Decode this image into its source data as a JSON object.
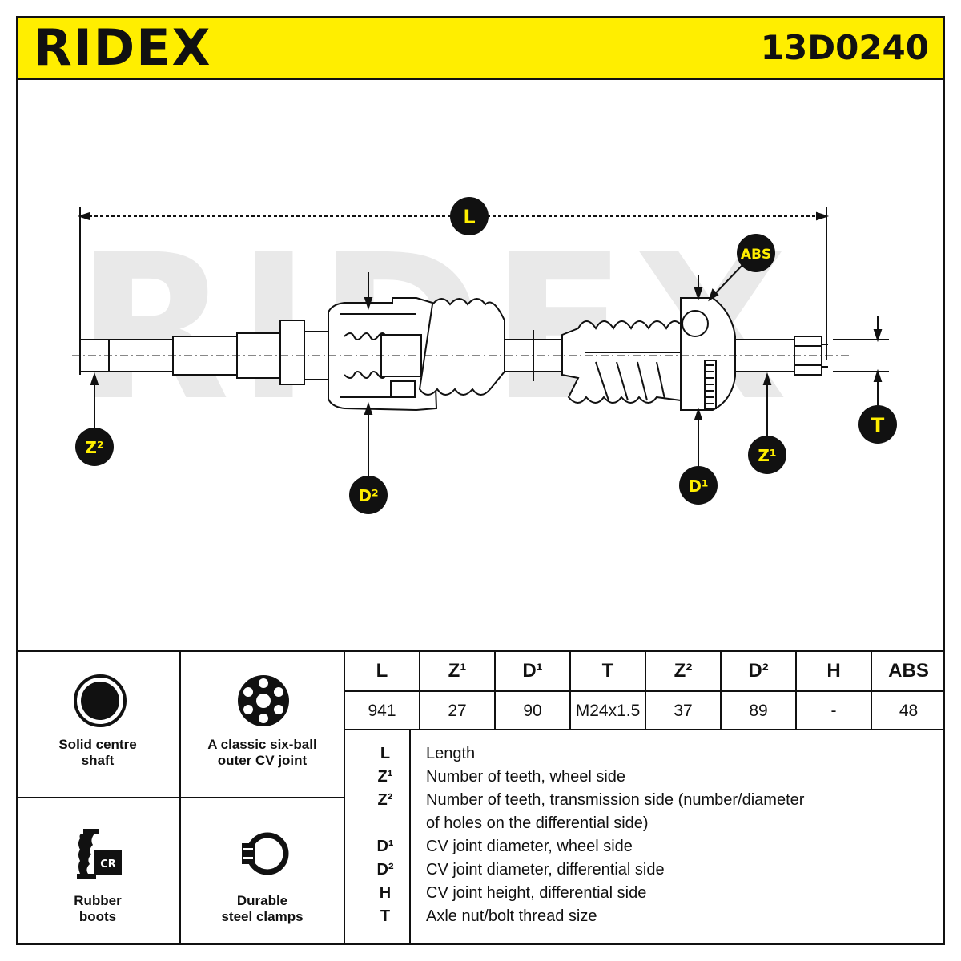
{
  "header": {
    "brand": "RIDEX",
    "part_number": "13D0240",
    "accent_color": "#ffee00"
  },
  "diagram": {
    "watermark": "RIDEX",
    "labels": {
      "L": "L",
      "ABS": "ABS",
      "Z2": "Z²",
      "D2": "D²",
      "D1": "D¹",
      "Z1": "Z¹",
      "T": "T"
    }
  },
  "features": [
    {
      "label_line1": "Solid centre",
      "label_line2": "shaft",
      "icon": "solid-shaft-icon"
    },
    {
      "label_line1": "A classic six-ball",
      "label_line2": "outer CV joint",
      "icon": "six-ball-joint-icon"
    },
    {
      "label_line1": "Rubber",
      "label_line2": "boots",
      "icon": "rubber-boot-icon",
      "badge": "CR"
    },
    {
      "label_line1": "Durable",
      "label_line2": "steel clamps",
      "icon": "steel-clamp-icon"
    }
  ],
  "specs": {
    "headers": [
      "L",
      "Z¹",
      "D¹",
      "T",
      "Z²",
      "D²",
      "H",
      "ABS"
    ],
    "values": [
      "941",
      "27",
      "90",
      "M24x1.5",
      "37",
      "89",
      "-",
      "48"
    ]
  },
  "legend": [
    {
      "symbol": "L",
      "desc": "Length"
    },
    {
      "symbol": "Z¹",
      "desc": "Number of teeth, wheel side"
    },
    {
      "symbol": "Z²",
      "desc": "Number of teeth, transmission side (number/diameter"
    },
    {
      "symbol": "",
      "desc": "of holes on the differential side)"
    },
    {
      "symbol": "D¹",
      "desc": "CV joint diameter, wheel side"
    },
    {
      "symbol": "D²",
      "desc": "CV joint diameter, differential side"
    },
    {
      "symbol": "H",
      "desc": "CV joint height, differential side"
    },
    {
      "symbol": "T",
      "desc": "Axle nut/bolt thread size"
    }
  ]
}
